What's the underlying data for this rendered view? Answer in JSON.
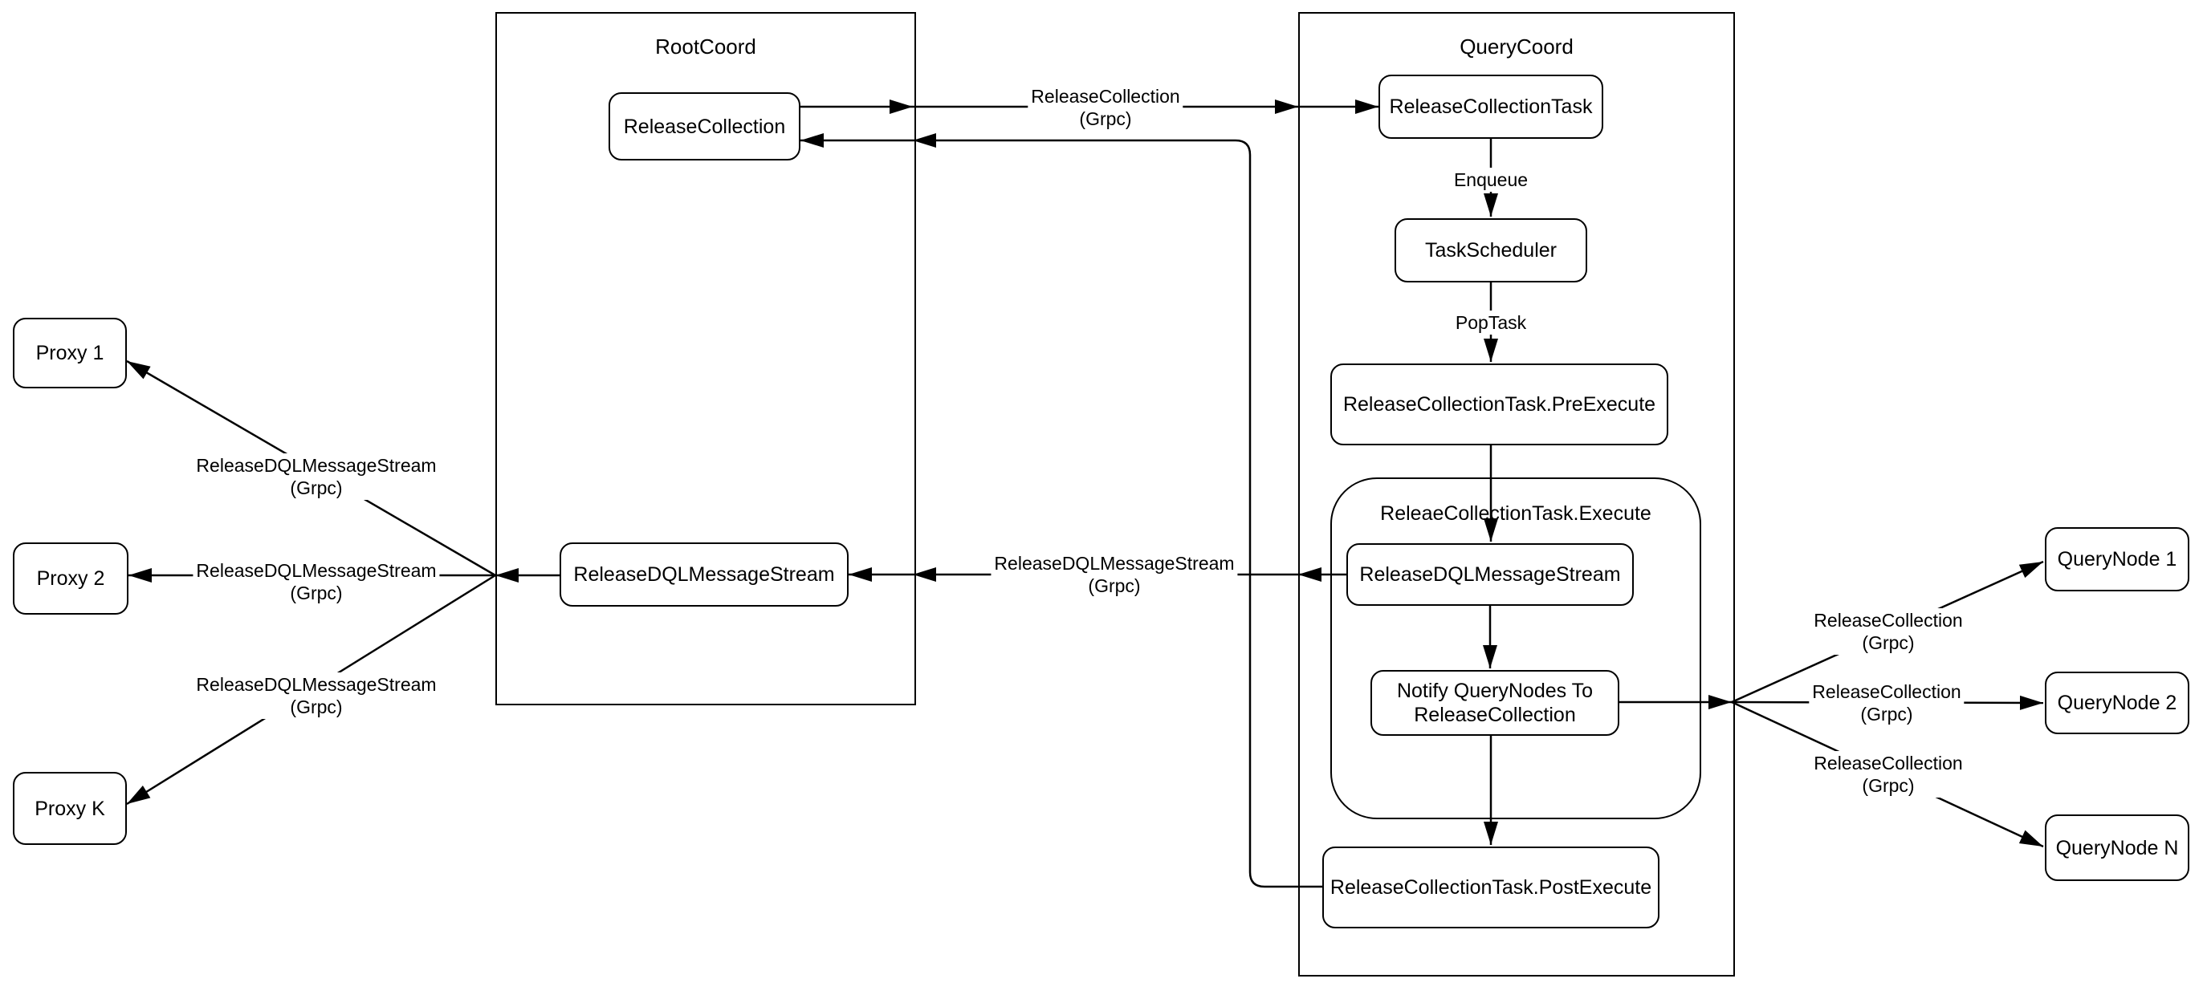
{
  "containers": {
    "root_coord": "RootCoord",
    "query_coord": "QueryCoord",
    "execute_group": "ReleaeCollectionTask.Execute"
  },
  "nodes": {
    "release_collection": "ReleaseCollection",
    "release_collection_task": "ReleaseCollectionTask",
    "task_scheduler": "TaskScheduler",
    "pre_execute": "ReleaseCollectionTask.PreExecute",
    "dql_query_coord": "ReleaseDQLMessageStream",
    "notify_line1": "Notify QueryNodes To",
    "notify_line2": "ReleaseCollection",
    "post_execute": "ReleaseCollectionTask.PostExecute",
    "dql_root_coord": "ReleaseDQLMessageStream",
    "proxy_1": "Proxy 1",
    "proxy_2": "Proxy 2",
    "proxy_k": "Proxy K",
    "query_node_1": "QueryNode 1",
    "query_node_2": "QueryNode 2",
    "query_node_n": "QueryNode N"
  },
  "edge_labels": {
    "root_to_query": [
      "ReleaseCollection",
      "(Grpc)"
    ],
    "enqueue": "Enqueue",
    "pop_task": "PopTask",
    "dql_mid": [
      "ReleaseDQLMessageStream",
      "(Grpc)"
    ],
    "dql_proxy1": [
      "ReleaseDQLMessageStream",
      "(Grpc)"
    ],
    "dql_proxy2": [
      "ReleaseDQLMessageStream",
      "(Grpc)"
    ],
    "dql_proxyk": [
      "ReleaseDQLMessageStream",
      "(Grpc)"
    ],
    "rc_querynode1": [
      "ReleaseCollection",
      "(Grpc)"
    ],
    "rc_querynode2": [
      "ReleaseCollection",
      "(Grpc)"
    ],
    "rc_querynoden": [
      "ReleaseCollection",
      "(Grpc)"
    ]
  },
  "colors": {
    "stroke": "#000000",
    "background": "#ffffff"
  }
}
